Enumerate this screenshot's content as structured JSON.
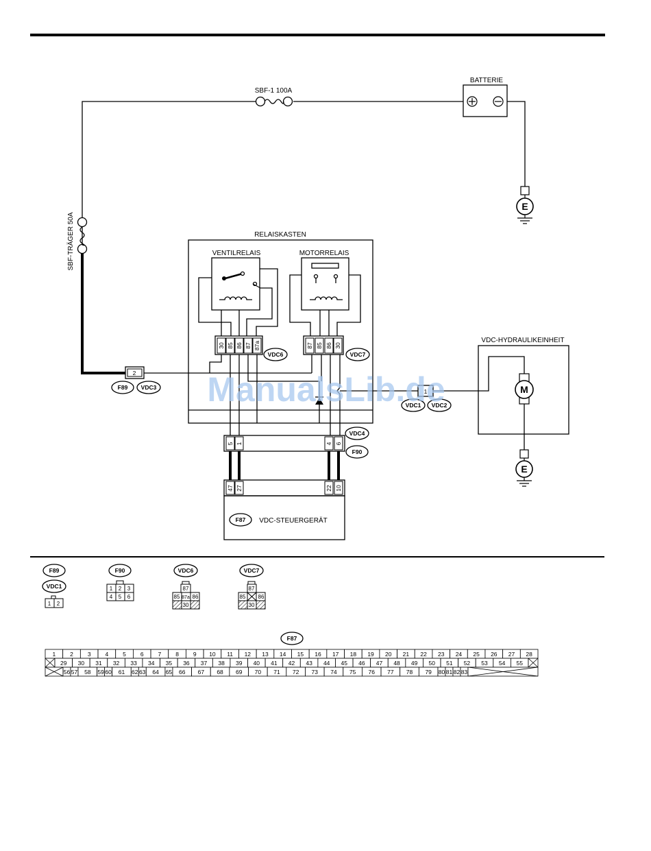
{
  "labels": {
    "fuse_main": "SBF-1 100A",
    "battery": "BATTERIE",
    "fuse_carrier": "SBF-TRÄGER 50A",
    "relay_box": "RELAISKASTEN",
    "valve_relay": "VENTILRELAIS",
    "motor_relay": "MOTORRELAIS",
    "hydraulic_unit": "VDC-HYDRAULIKEINHEIT",
    "control_unit": "VDC-STEUERGERÄT",
    "ground": "E",
    "motor": "M",
    "plus": "+",
    "minus": "−"
  },
  "connectors": {
    "f89": "F89",
    "vdc3": "VDC3",
    "vdc1": "VDC1",
    "vdc2": "VDC2",
    "vdc6": "VDC6",
    "vdc7": "VDC7",
    "vdc4": "VDC4",
    "f90": "F90",
    "f87": "F87"
  },
  "pins": {
    "f89_pin": "2",
    "vdc1_pin": "1",
    "vdc6": [
      "30",
      "85",
      "86",
      "87",
      "87a"
    ],
    "vdc7": [
      "87",
      "85",
      "86",
      "30"
    ],
    "vdc4_left": [
      "5",
      "1"
    ],
    "vdc4_right": [
      "4",
      "6"
    ],
    "f87_left": [
      "47",
      "27"
    ],
    "f87_right": [
      "22",
      "10"
    ]
  },
  "legend": {
    "f89_vdc1": [
      "1",
      "2"
    ],
    "f90": [
      "1",
      "2",
      "3",
      "4",
      "5",
      "6"
    ],
    "vdc6": {
      "top": "87",
      "bottom": [
        "85",
        "87a",
        "86"
      ],
      "bottom2": "30"
    },
    "vdc7": {
      "top": "87",
      "bottom": [
        "85",
        "86"
      ],
      "bottom2": "30"
    }
  },
  "f87_table": {
    "row1": [
      "1",
      "2",
      "3",
      "4",
      "5",
      "6",
      "7",
      "8",
      "9",
      "10",
      "11",
      "12",
      "13",
      "14",
      "15",
      "16",
      "17",
      "18",
      "19",
      "20",
      "21",
      "22",
      "23",
      "24",
      "25",
      "26",
      "27",
      "28"
    ],
    "row2": [
      "29",
      "30",
      "31",
      "32",
      "33",
      "34",
      "35",
      "36",
      "37",
      "38",
      "39",
      "40",
      "41",
      "42",
      "43",
      "44",
      "45",
      "46",
      "47",
      "48",
      "49",
      "50",
      "51",
      "52",
      "53",
      "54",
      "55"
    ],
    "row3": [
      "56",
      "57",
      "58",
      "59",
      "60",
      "61",
      "62",
      "63",
      "64",
      "65",
      "66",
      "67",
      "68",
      "69",
      "70",
      "71",
      "72",
      "73",
      "74",
      "75",
      "76",
      "77",
      "78",
      "79",
      "80",
      "81",
      "82",
      "83"
    ]
  },
  "watermark": "ManualsLib.de"
}
